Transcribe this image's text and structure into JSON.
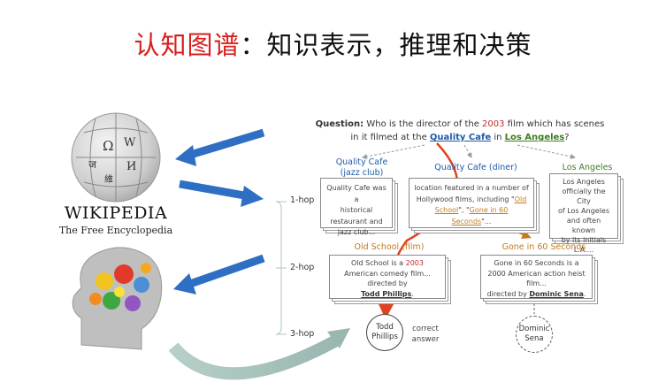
{
  "title": {
    "highlight": "认知图谱",
    "rest": "：知识表示，推理和决策"
  },
  "wikipedia": {
    "wordmark": "Wikipedia",
    "tagline": "The Free Encyclopedia"
  },
  "question": {
    "label": "Question:",
    "part1": "Who is the director of the ",
    "year": "2003",
    "part2": " film which has scenes",
    "part3": "in it filmed at the ",
    "entity1": "Quality Cafe",
    "part4": " in ",
    "entity2": "Los Angeles",
    "part5": "?"
  },
  "nodes": {
    "qc_jazz": {
      "title": "Quality Cafe\n(jazz club)",
      "text": "Quality Cafe was a\nhistorical\nrestaurant and\njazz club..."
    },
    "qc_diner": {
      "title": "Quality Cafe (diner)",
      "text_a": "location featured in a number of",
      "text_b": "Hollywood films, including \"",
      "link1": "Old School",
      "text_c": "\", \"",
      "link2": "Gone in 60 Seconds",
      "text_d": "\"..."
    },
    "la": {
      "title": "Los Angeles",
      "text": "Los Angeles\nofficially the City\nof Los Angeles\nand often known\nby its initials\nL.A...."
    },
    "old_school": {
      "title": "Old School (film)",
      "text_a": "Old School is a ",
      "year": "2003",
      "text_b": "American comedy film...",
      "text_c": "directed by",
      "director": "Todd Phillips",
      "text_d": "."
    },
    "gone60": {
      "title": "Gone in 60 Seconds",
      "text_a": "Gone in 60 Seconds is a",
      "text_b": "2000 American action heist",
      "text_c": "film...",
      "text_d": "directed by ",
      "director": "Dominic Sena",
      "text_e": "."
    }
  },
  "hops": [
    "1-hop",
    "2-hop",
    "3-hop"
  ],
  "answers": {
    "correct": "Todd\nPhillips",
    "correct_label": "correct\nanswer",
    "other": "Dominic\nSena"
  },
  "colors": {
    "title_red": "#d81e1e",
    "arrow_blue": "#2e6fc4",
    "reasoning_red": "#e0421f",
    "entity_blue": "#1d5aa8",
    "entity_green": "#3e7d22",
    "orange": "#c47a1c"
  }
}
